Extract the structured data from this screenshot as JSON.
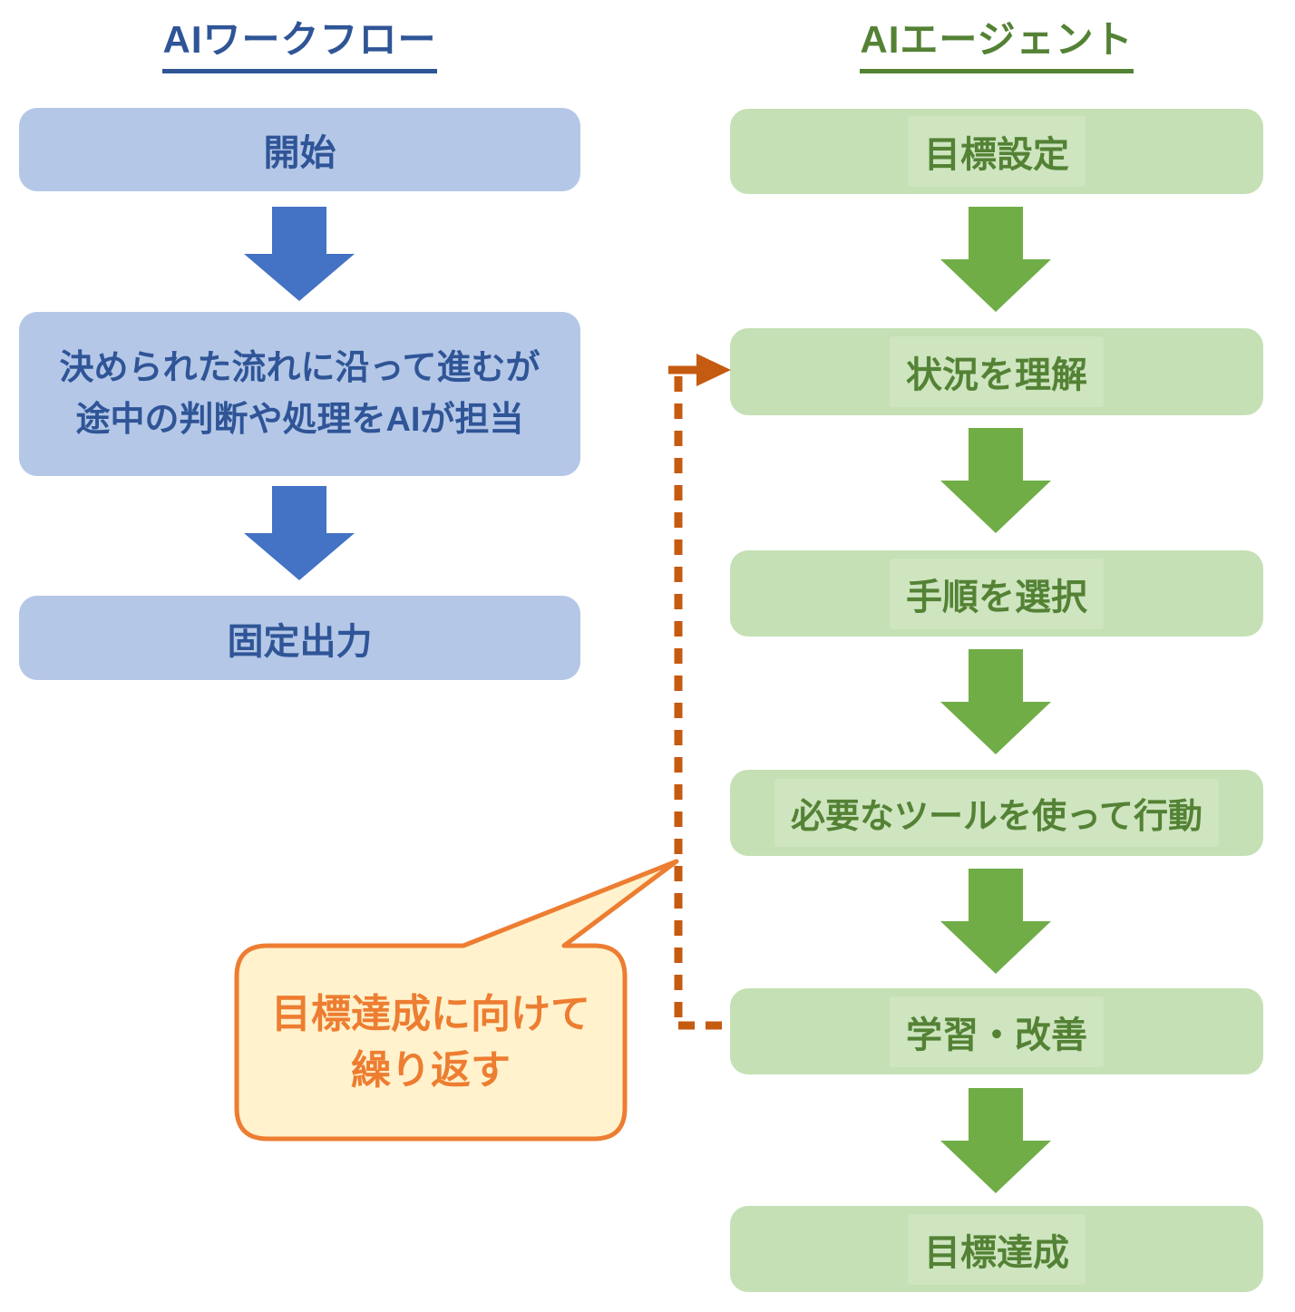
{
  "workflow": {
    "title": "AIワークフロー",
    "steps": [
      "開始",
      "決められた流れに沿って進むが\n途中の判断や処理をAIが担当",
      "固定出力"
    ]
  },
  "agent": {
    "title": "AIエージェント",
    "steps": [
      "目標設定",
      "状況を理解",
      "手順を選択",
      "必要なツールを使って行動",
      "学習・改善",
      "目標達成"
    ]
  },
  "loop": {
    "bubble_text": "目標達成に向けて\n繰り返す"
  },
  "colors": {
    "background": "#ffffff",
    "workflow_box_fill": "#b4c7e7",
    "workflow_text": "#2f5597",
    "workflow_arrow": "#4472c4",
    "agent_box_fill": "#c5e0b4",
    "agent_text": "#548235",
    "agent_arrow": "#70ad47",
    "loop_dashed_line": "#c55a11",
    "bubble_fill": "#fff2cc",
    "bubble_border": "#ed7d31",
    "bubble_text_color": "#ed7d31"
  }
}
